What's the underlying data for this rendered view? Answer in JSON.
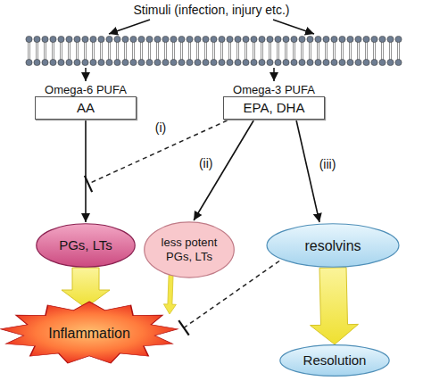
{
  "diagram": {
    "nodes": [
      {
        "text": [
          "Omega-6 PUFA",
          "AA"
        ]
      },
      {
        "text": [
          "Omega-3 PUFA",
          "EPA, DHA"
        ]
      },
      {
        "text": [
          "PGs, LTs"
        ]
      },
      {
        "text": [
          "less potent PGs, LTs"
        ]
      },
      {
        "text": [
          "resolvins"
        ]
      },
      {
        "text": [
          "Inflammation"
        ]
      },
      {
        "text": [
          "Resolution"
        ]
      }
    ],
    "edges": [
      {
        "from": 0,
        "to": 2,
        "arrow": "to"
      },
      {
        "from": 1,
        "to": 3,
        "label": "(ii)",
        "arrow": "to"
      },
      {
        "from": 1,
        "to": 4,
        "label": "(iii)",
        "arrow": "to"
      },
      {
        "from": 2,
        "to": 5,
        "arrow": "to"
      },
      {
        "from": 3,
        "to": 5,
        "arrow": "to"
      },
      {
        "from": 4,
        "to": 6,
        "arrow": "to"
      },
      {
        "from": 4,
        "to": 5,
        "arrow": "to"
      }
    ],
    "labels": [
      "Stimuli (infection, injury etc.)",
      "(i)"
    ]
  }
}
